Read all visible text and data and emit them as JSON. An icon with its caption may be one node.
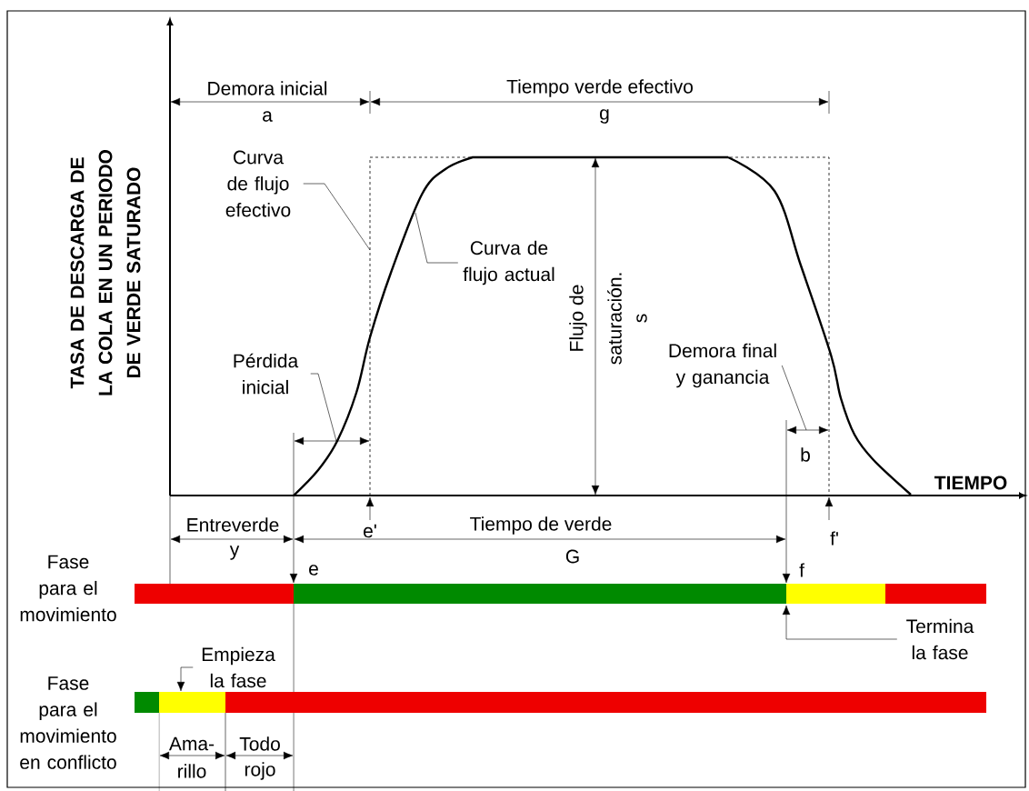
{
  "diagram": {
    "nodes": [
      {
        "text": [
          "Curva de flujo efectivo"
        ]
      },
      {
        "text": [
          "Curva de flujo actual"
        ]
      },
      {
        "text": [
          "Pérdida inicial"
        ]
      },
      {
        "text": [
          "Demora final y ganancia"
        ]
      },
      {
        "text": [
          "Empieza la fase"
        ]
      },
      {
        "text": [
          "Termina la fase"
        ]
      }
    ],
    "edges": [
      {
        "from": 0,
        "to": null,
        "arrow": "none"
      },
      {
        "from": 1,
        "to": null,
        "arrow": "none"
      },
      {
        "from": 2,
        "to": null,
        "arrow": "none"
      },
      {
        "from": 3,
        "to": null,
        "arrow": "none"
      },
      {
        "from": 4,
        "to": null,
        "arrow": "to"
      },
      {
        "from": 5,
        "to": null,
        "arrow": "to"
      }
    ],
    "labels": [
      "TASA DE DESCARGA DE LA COLA EN UN PERIODO DE VERDE SATURADO",
      "Demora inicial",
      "a",
      "Tiempo verde efectivo",
      "g",
      "Flujo de",
      "saturación.",
      "s",
      "b",
      "TIEMPO",
      "e'",
      "f'",
      "Entreverde",
      "y",
      "Tiempo de verde",
      "G",
      "e",
      "f",
      "Fase para el movimiento",
      "Fase para el movimiento en conflicto",
      "Ama-",
      "rillo",
      "Todo",
      "rojo"
    ]
  }
}
